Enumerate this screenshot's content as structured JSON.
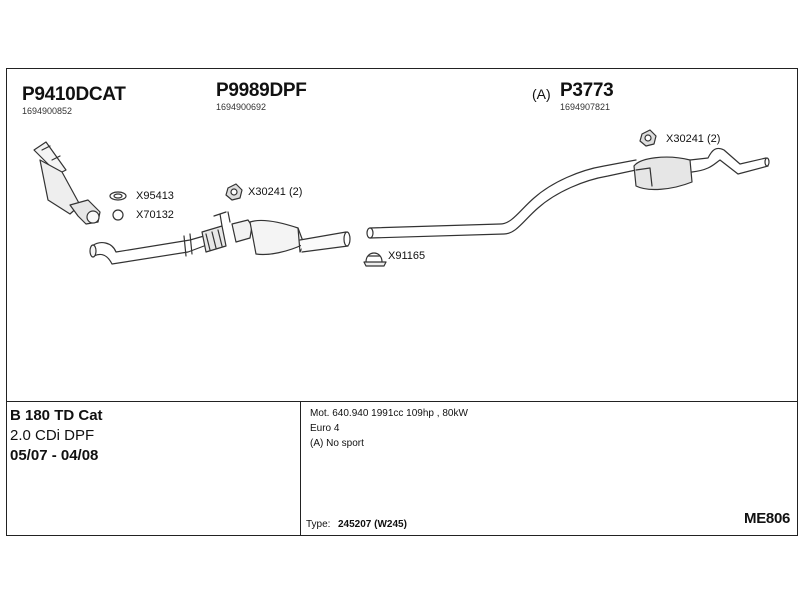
{
  "parts": {
    "p1": {
      "code": "P9410DCAT",
      "number": "1694900852"
    },
    "p2": {
      "code": "P9989DPF",
      "number": "1694900692"
    },
    "p3": {
      "prefix": "(A)",
      "code": "P3773",
      "number": "1694907821"
    }
  },
  "accessories": {
    "a1": "X95413",
    "a2": "X70132",
    "a3": "X30241 (2)",
    "a4": "X91165",
    "a5": "X30241 (2)"
  },
  "vehicle": {
    "model": "B 180 TD Cat",
    "engine": "2.0 CDi DPF",
    "years": "05/07 - 04/08"
  },
  "details": {
    "motor": "Mot. 640.940 1991cc 109hp , 80kW",
    "euro": "Euro 4",
    "note": "(A) No sport",
    "type_label": "Type:",
    "type_value": "245207 (W245)"
  },
  "catalog_code": "ME806"
}
